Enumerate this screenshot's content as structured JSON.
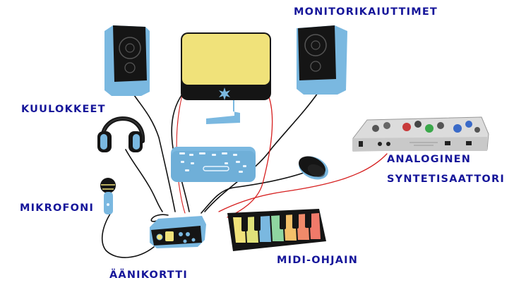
{
  "labels": {
    "monitorikaiuttimet": "MONITORIKAIUTTIMET",
    "kuulokkeet": "KUULOKKEET",
    "analoginen": "ANALOGINEN",
    "syntetisaattori": "SYNTETISAATTORI",
    "mikrofoni": "MIKROFONI",
    "midi_ohjain": "MIDI-OHJAIN",
    "aanikortti": "ÄÄNIKORTTI"
  },
  "colors": {
    "label_text": "#16169a",
    "device_blue": "#7ab8e0",
    "device_dark": "#151515",
    "screen_yellow": "#f0e27a",
    "cable_black": "#111111",
    "cable_red": "#d62020",
    "synth_body": "#dcdcdc"
  }
}
